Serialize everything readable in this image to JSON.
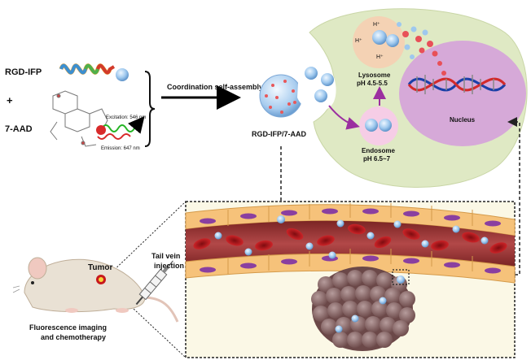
{
  "labels": {
    "rgd_ifp": "RGD-IFP",
    "plus": "+",
    "seven_aad": "7-AAD",
    "excitation": "Excitation: 546 nm",
    "emission": "Emission: 647 nm",
    "coordination": "Coordination self-assembly",
    "complex": "RGD-IFP/7-AAD",
    "h_plus": "H⁺",
    "lysosome": "Lysosome",
    "lysosome_ph": "pH 4.5-5.5",
    "endosome": "Endosome",
    "endosome_ph": "pH 6.5~7",
    "nucleus": "Nucleus",
    "tumor": "Tumor",
    "tail_vein_1": "Tail vein",
    "tail_vein_2": "injection",
    "fluorescence_1": "Fluorescence imaging",
    "fluorescence_2": "and chemotherapy"
  },
  "colors": {
    "cell_body": "#dfe9c4",
    "nucleus": "#d6a9d8",
    "lysosome": "#f4d2b4",
    "endosome": "#f6cde6",
    "vessel": "#a23a3a",
    "rbc": "#c8181c",
    "endothelial": "#f6c27a",
    "endothelial_nucleus": "#8a3fa0",
    "nanoparticle": "#9ec8ee",
    "tumor": "#8c6a6a",
    "arrow_purple": "#9b2fa0"
  },
  "icons": [
    "syringe-icon",
    "mouse-icon",
    "dna-helix-icon",
    "nanoparticle-icon"
  ]
}
